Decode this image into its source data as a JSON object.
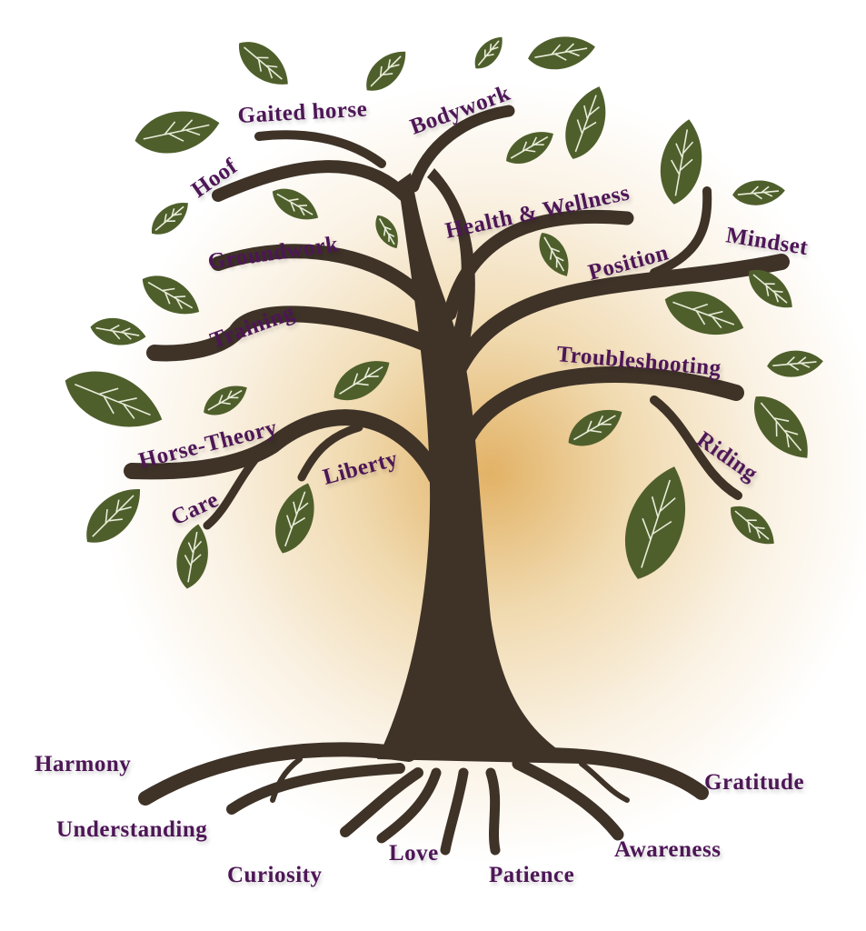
{
  "colors": {
    "text": "#4e1457",
    "trunk": "#3f3328",
    "leaf": "#4f5f2c",
    "vein": "#e8ecd8",
    "glow": "#e6bd78"
  },
  "branches": {
    "gaited_horse": "Gaited horse",
    "bodywork": "Bodywork",
    "hoof": "Hoof",
    "health_wellness": "Health & Wellness",
    "groundwork": "Groundwork",
    "position": "Position",
    "mindset": "Mindset",
    "training": "Training",
    "troubleshooting": "Troubleshooting",
    "horse_theory": "Horse-Theory",
    "liberty": "Liberty",
    "care": "Care",
    "riding": "Riding"
  },
  "roots": {
    "harmony": "Harmony",
    "understanding": "Understanding",
    "curiosity": "Curiosity",
    "love": "Love",
    "patience": "Patience",
    "awareness": "Awareness",
    "gratitude": "Gratitude"
  }
}
